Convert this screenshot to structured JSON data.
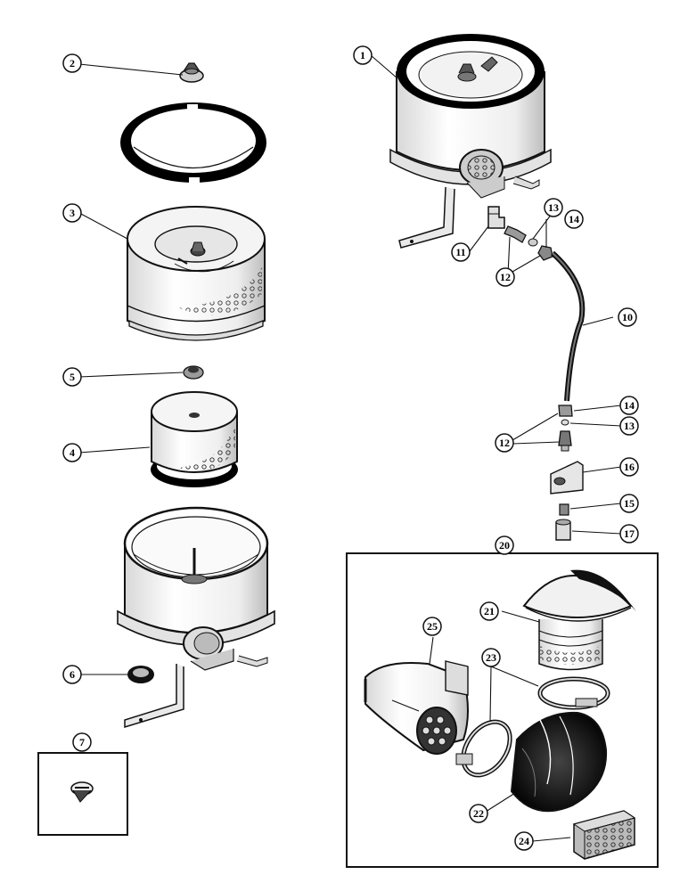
{
  "callouts": [
    {
      "id": "c1",
      "label": "1"
    },
    {
      "id": "c2",
      "label": "2"
    },
    {
      "id": "c3",
      "label": "3"
    },
    {
      "id": "c4",
      "label": "4"
    },
    {
      "id": "c5",
      "label": "5"
    },
    {
      "id": "c6",
      "label": "6"
    },
    {
      "id": "c7",
      "label": "7"
    },
    {
      "id": "c10",
      "label": "10"
    },
    {
      "id": "c11",
      "label": "11"
    },
    {
      "id": "c12a",
      "label": "12"
    },
    {
      "id": "c12b",
      "label": "12"
    },
    {
      "id": "c13a",
      "label": "13"
    },
    {
      "id": "c13b",
      "label": "13"
    },
    {
      "id": "c14a",
      "label": "14"
    },
    {
      "id": "c14b",
      "label": "14"
    },
    {
      "id": "c15",
      "label": "15"
    },
    {
      "id": "c16",
      "label": "16"
    },
    {
      "id": "c17",
      "label": "17"
    },
    {
      "id": "c20",
      "label": "20"
    },
    {
      "id": "c21",
      "label": "21"
    },
    {
      "id": "c22",
      "label": "22"
    },
    {
      "id": "c23",
      "label": "23"
    },
    {
      "id": "c24",
      "label": "24"
    },
    {
      "id": "c25",
      "label": "25"
    }
  ]
}
